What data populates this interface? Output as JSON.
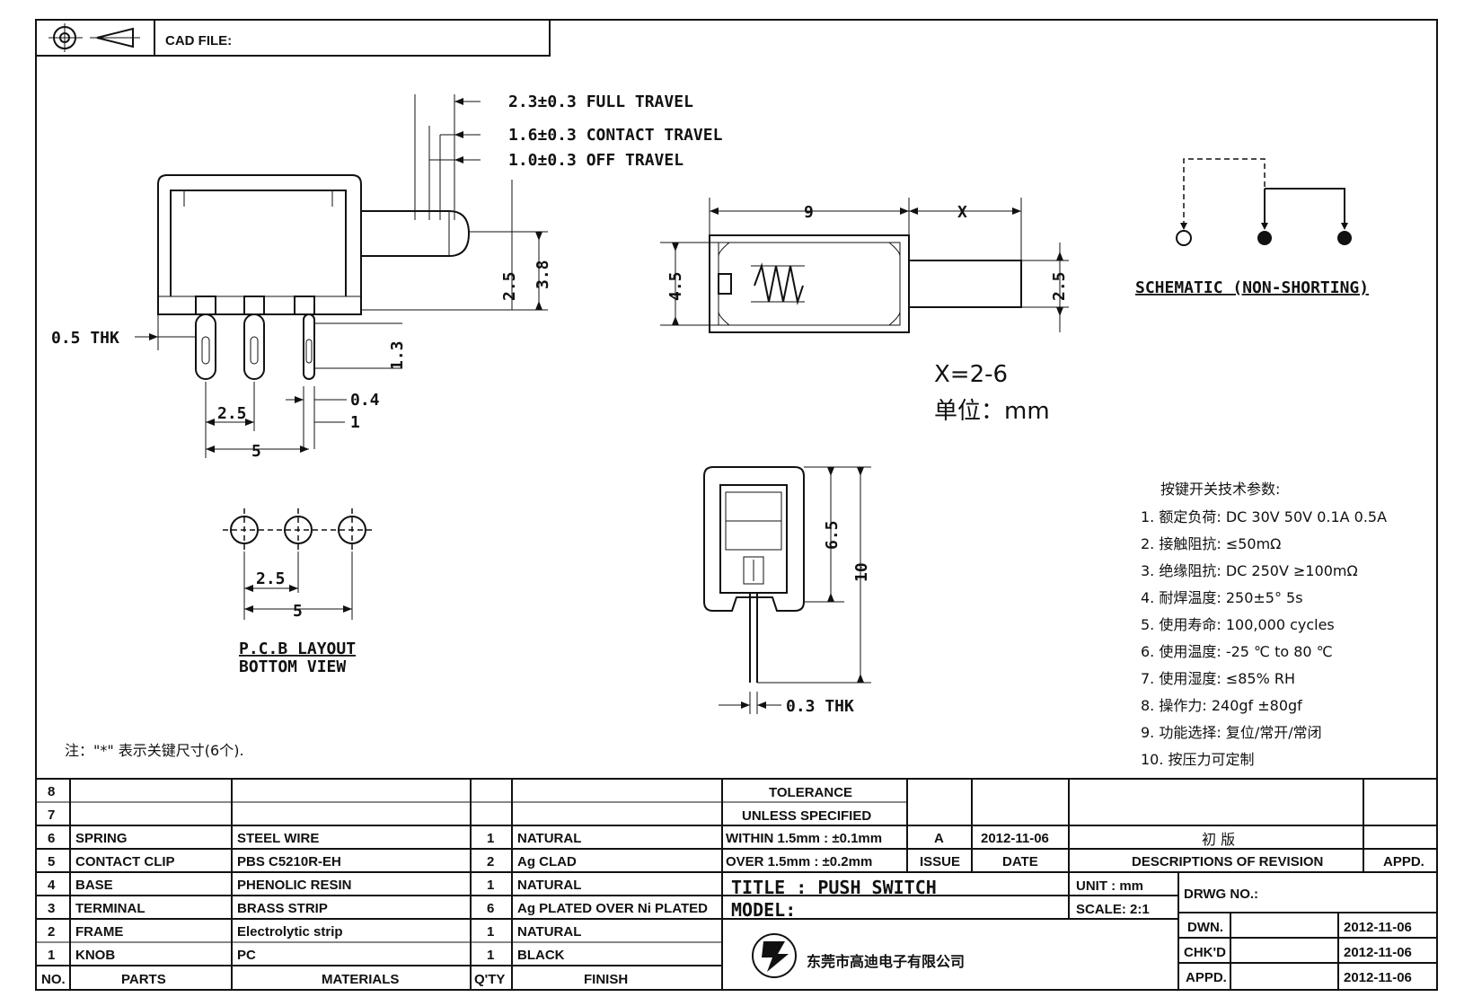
{
  "header": {
    "cad_file_label": "CAD FILE:"
  },
  "dimensions": {
    "full_travel": "2.3±0.3 FULL TRAVEL",
    "contact_travel": "1.6±0.3 CONTACT TRAVEL",
    "off_travel": "1.0±0.3 OFF TRAVEL",
    "thk_05": "0.5 THK",
    "d_25_side": "2.5",
    "d_38": "3.8",
    "d_13": "1.3",
    "d_04": "0.4",
    "d_1": "1",
    "d_25_pins": "2.5",
    "d_5_pins": "5",
    "d_9": "9",
    "d_x": "X",
    "d_45": "4.5",
    "d_25_top": "2.5",
    "x_range": "X=2-6",
    "unit_label": "单位：mm",
    "d_65": "6.5",
    "d_10": "10",
    "thk_03": "0.3 THK",
    "pcb_25": "2.5",
    "pcb_5": "5"
  },
  "schematic": {
    "caption": "SCHEMATIC (NON-SHORTING)"
  },
  "pcb_layout": {
    "line1": "P.C.B LAYOUT",
    "line2": "BOTTOM VIEW"
  },
  "note": "注：\"*\" 表示关键尺寸(6个).",
  "specs": {
    "heading": "按键开关技术参数:",
    "items": [
      "1.  额定负荷: DC 30V 50V    0.1A  0.5A",
      "2.  接触阻抗:  ≤50mΩ",
      "3.  绝缘阻抗: DC 250V  ≥100mΩ",
      "4.  耐焊温度: 250±5°    5s",
      "5.  使用寿命: 100,000 cycles",
      "6.  使用温度: -25  ℃  to 80  ℃",
      "7.  使用湿度:  ≤85% RH",
      "8.  操作力: 240gf  ±80gf",
      "9.  功能选择: 复位/常开/常闭",
      "10.  按压力可定制"
    ]
  },
  "bom": {
    "header": {
      "no": "NO.",
      "parts": "PARTS",
      "materials": "MATERIALS",
      "qty": "Q'TY",
      "finish": "FINISH"
    },
    "rows": [
      {
        "no": "8",
        "parts": "",
        "materials": "",
        "qty": "",
        "finish": ""
      },
      {
        "no": "7",
        "parts": "",
        "materials": "",
        "qty": "",
        "finish": ""
      },
      {
        "no": "6",
        "parts": "SPRING",
        "materials": "STEEL WIRE",
        "qty": "1",
        "finish": "NATURAL"
      },
      {
        "no": "5",
        "parts": "CONTACT CLIP",
        "materials": "PBS C5210R-EH",
        "qty": "2",
        "finish": "Ag CLAD"
      },
      {
        "no": "4",
        "parts": "BASE",
        "materials": "PHENOLIC RESIN",
        "qty": "1",
        "finish": "NATURAL"
      },
      {
        "no": "3",
        "parts": "TERMINAL",
        "materials": "BRASS STRIP",
        "qty": "6",
        "finish": "Ag PLATED OVER Ni PLATED"
      },
      {
        "no": "2",
        "parts": "FRAME",
        "materials": "Electrolytic strip",
        "qty": "1",
        "finish": "NATURAL"
      },
      {
        "no": "1",
        "parts": "KNOB",
        "materials": "PC",
        "qty": "1",
        "finish": "BLACK"
      }
    ]
  },
  "tolerance": {
    "line1": "TOLERANCE",
    "line2": "UNLESS  SPECIFIED",
    "within": "WITHIN 1.5mm : ±0.1mm",
    "over": "OVER 1.5mm : ±0.2mm"
  },
  "revision": {
    "issue_value": "A",
    "date_value": "2012-11-06",
    "description_value": "初 版",
    "issue_label": "ISSUE",
    "date_label": "DATE",
    "description_label": "DESCRIPTIONS  OF  REVISION",
    "appd_label": "APPD."
  },
  "title_block": {
    "title": "TITLE :  PUSH SWITCH",
    "model": "MODEL:",
    "unit": "UNIT :  mm",
    "scale": "SCALE:  2:1",
    "drwg_no": "DRWG NO.:",
    "company": "东莞市高迪电子有限公司",
    "dwn_label": "DWN.",
    "dwn_date": "2012-11-06",
    "chkd_label": "CHK'D",
    "chkd_date": "2012-11-06",
    "appd_label": "APPD.",
    "appd_date": "2012-11-06"
  }
}
